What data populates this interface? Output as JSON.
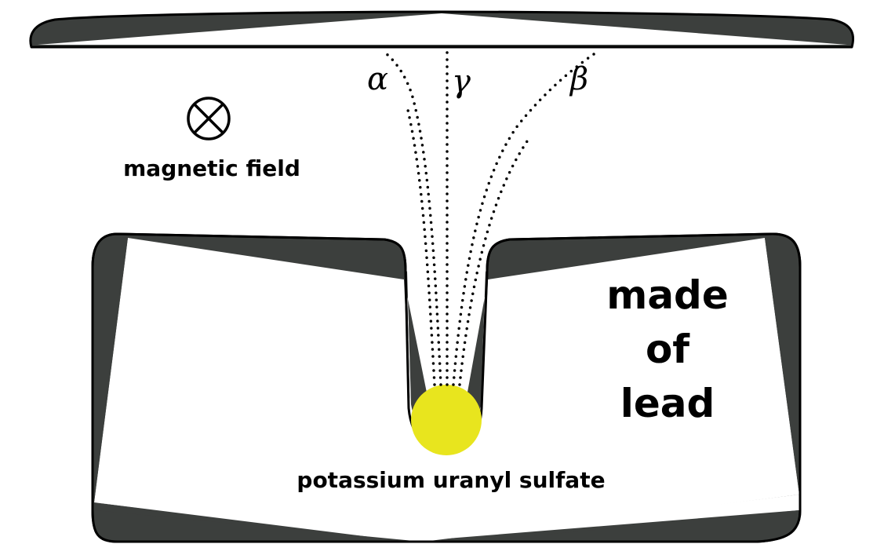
{
  "labels": {
    "field": "magnetic field",
    "field_symbol": "⊗",
    "source": "potassium uranyl sulfate",
    "block_line1": "made",
    "block_line2": "of",
    "block_line3": "lead"
  },
  "rays": [
    {
      "symbol": "α",
      "name": "alpha"
    },
    {
      "symbol": "γ",
      "name": "gamma"
    },
    {
      "symbol": "β",
      "name": "beta"
    }
  ],
  "colors": {
    "lead": "#3c3f3d",
    "source": "#e8e51e",
    "outline": "#000000",
    "background": "#ffffff"
  }
}
